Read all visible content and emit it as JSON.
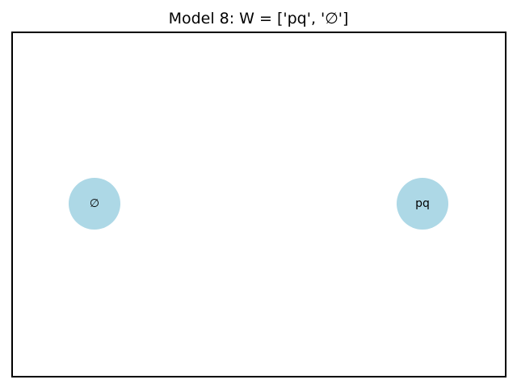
{
  "title": "Model 8: W = ['pq', '∅']",
  "colors": {
    "node_fill": "#add8e6",
    "frame": "#000000"
  },
  "nodes": [
    {
      "id": "empty",
      "label": "∅"
    },
    {
      "id": "pq",
      "label": "pq"
    }
  ]
}
